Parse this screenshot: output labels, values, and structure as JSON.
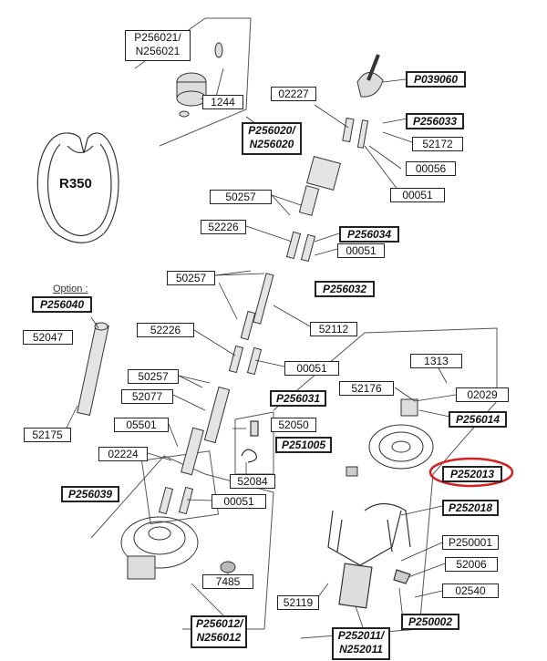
{
  "profile_label": "R350",
  "option_label": "Option :",
  "labels": {
    "p256021": "P256021/\nN256021",
    "l1244": "1244",
    "l02227": "02227",
    "p039060": "P039060",
    "p256033": "P256033",
    "l52172": "52172",
    "p256020": "P256020/\nN256020",
    "l00056": "00056",
    "l00051a": "00051",
    "l50257a": "50257",
    "l52226a": "52226",
    "p256034": "P256034",
    "l00051b": "00051",
    "l50257b": "50257",
    "p256032": "P256032",
    "p256040": "P256040",
    "l52047": "52047",
    "l52112": "52112",
    "l52226b": "52226",
    "l1313": "1313",
    "l00051c": "00051",
    "l50257c": "50257",
    "l52176": "52176",
    "l02029": "02029",
    "l52077": "52077",
    "p256031": "P256031",
    "p256014": "P256014",
    "l52175": "52175",
    "l05501": "05501",
    "l52050": "52050",
    "p251005": "P251005",
    "l02224": "02224",
    "p252013": "P252013",
    "l52084": "52084",
    "p256039": "P256039",
    "l00051d": "00051",
    "p252018": "P252018",
    "p250001": "P250001",
    "l52006": "52006",
    "l7485": "7485",
    "l02540": "02540",
    "l52119": "52119",
    "p250002": "P250002",
    "p256012": "P256012/\nN256012",
    "p252011": "P252011/\nN252011"
  },
  "colors": {
    "highlight": "#d42020",
    "line": "#222222",
    "part": "#444444"
  }
}
